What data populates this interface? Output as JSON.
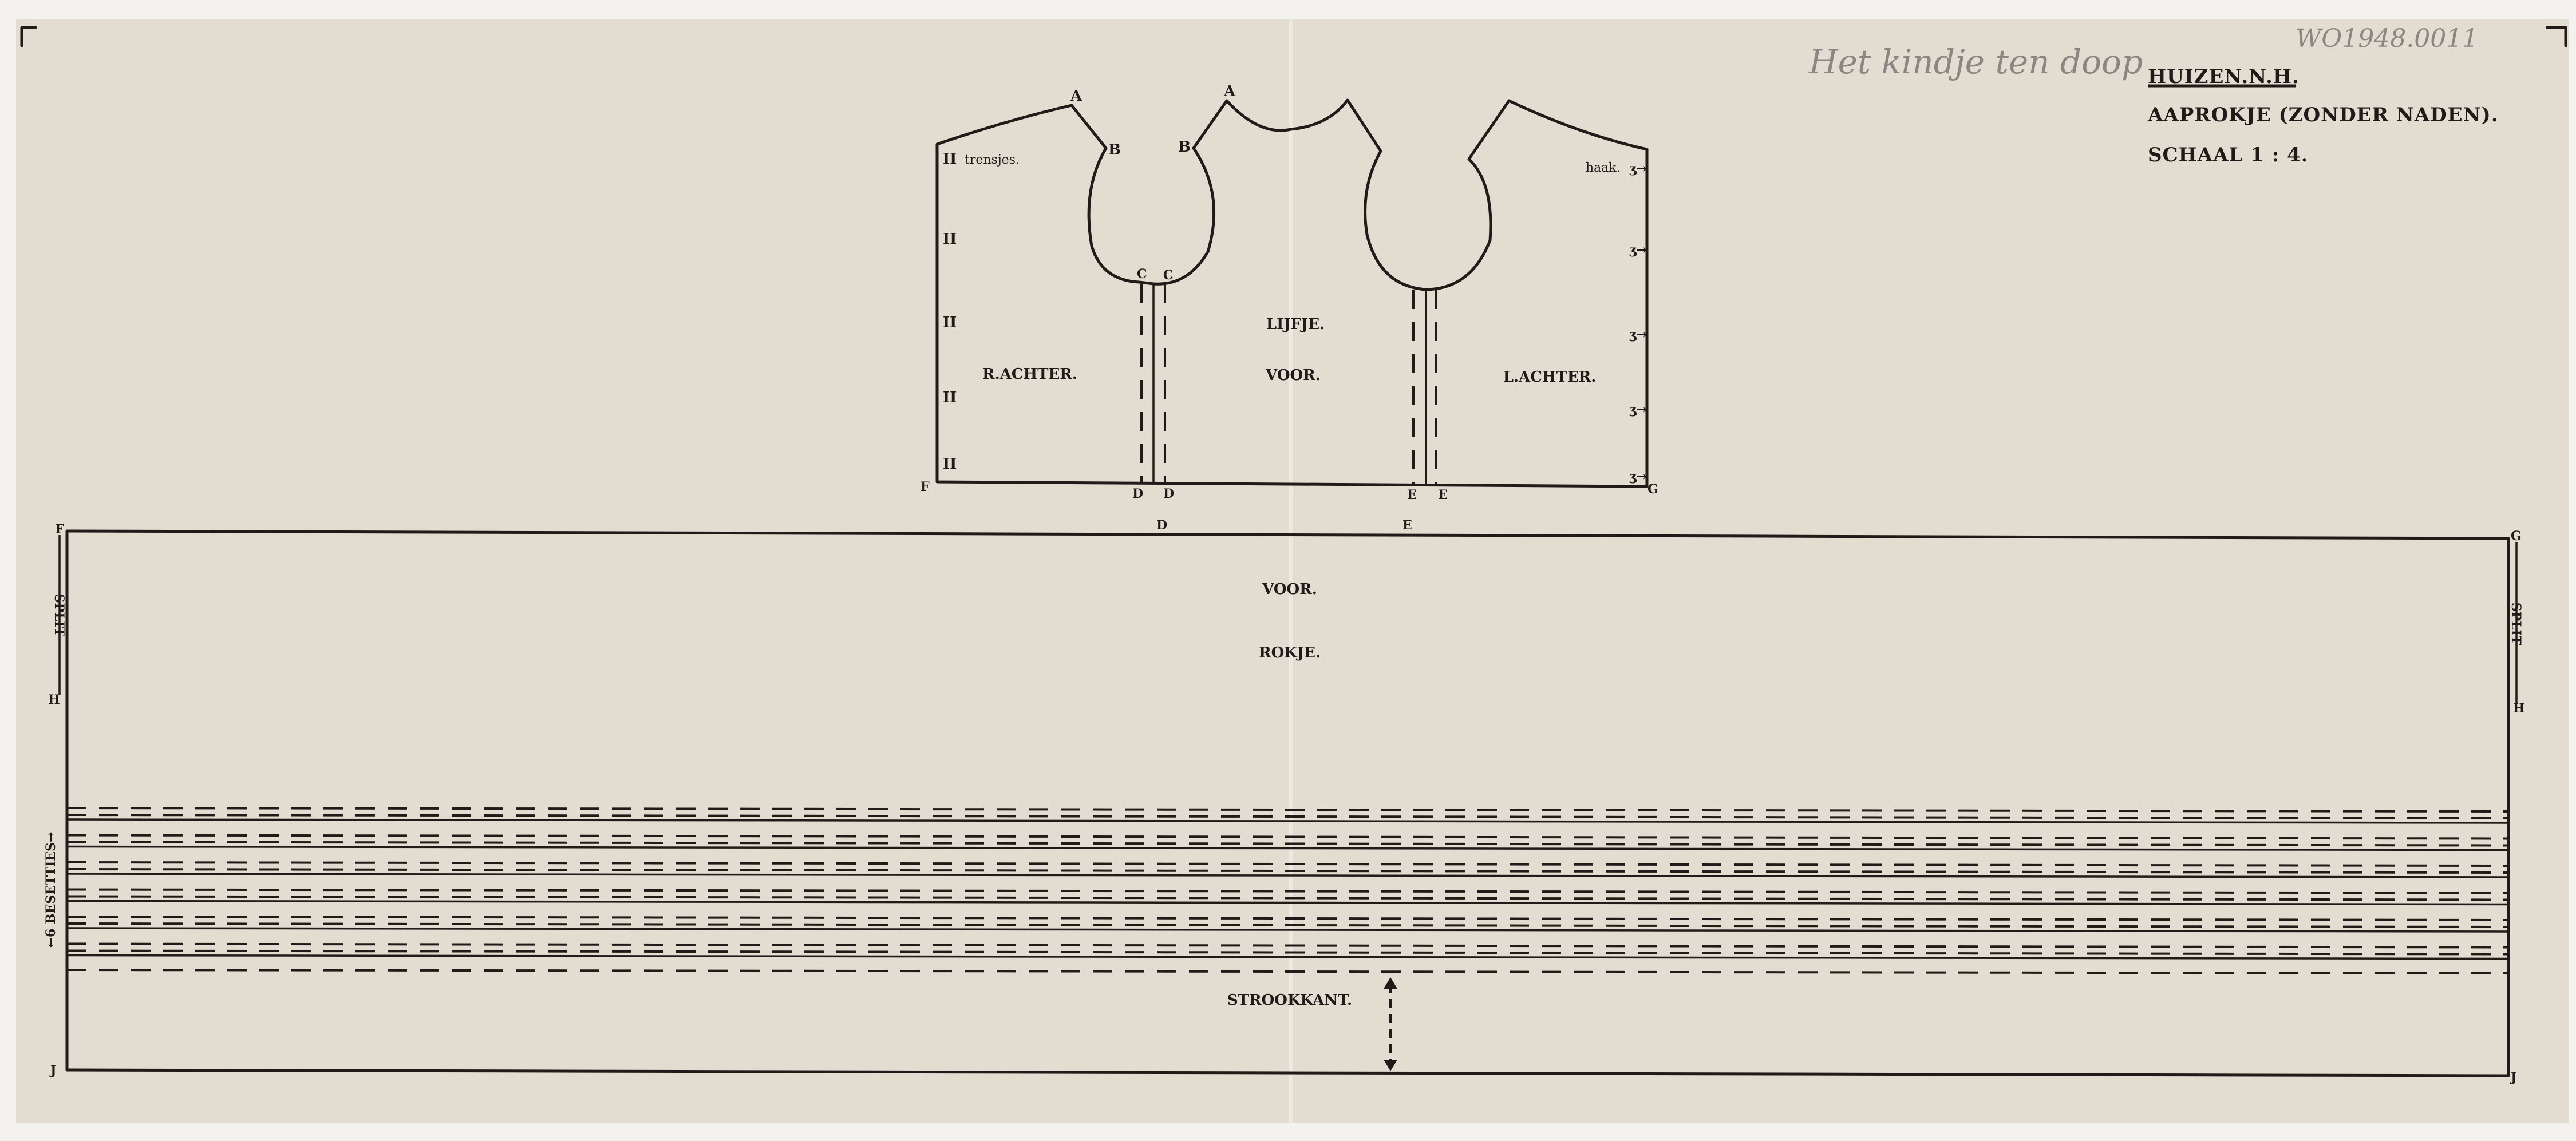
{
  "header": {
    "pencil_note": "Het kindje ten doop",
    "inventory_number": "WO1948.0011",
    "place": "HUIZEN.N.H.",
    "subject": "AAPROKJE (ZONDER NADEN).",
    "scale": "SCHAAL 1 : 4."
  },
  "bodice": {
    "title": "LIJFJE.",
    "panels": {
      "right_back": "R.ACHTER.",
      "front": "VOOR.",
      "left_back": "L.ACHTER."
    },
    "trensjes_label": "trensjes.",
    "loop_mark": "II",
    "hook_label": "haak.",
    "points": {
      "A": "A",
      "B": "B",
      "C": "C",
      "D": "D",
      "E": "E",
      "F": "F",
      "G": "G"
    }
  },
  "skirt": {
    "front_label": "VOOR.",
    "title": "ROKJE.",
    "split_label": "SPLIT",
    "trim_label": "←6 BESETTIES→",
    "selvedge_label": "STROOKKANT.",
    "points": {
      "F": "F",
      "G": "G",
      "H": "H",
      "J": "J",
      "D": "D",
      "E": "E"
    },
    "trim_band_count": 6
  },
  "colors": {
    "paper": "#e3ddd1",
    "ink": "#1e1b18",
    "pencil": "#8a8783"
  }
}
